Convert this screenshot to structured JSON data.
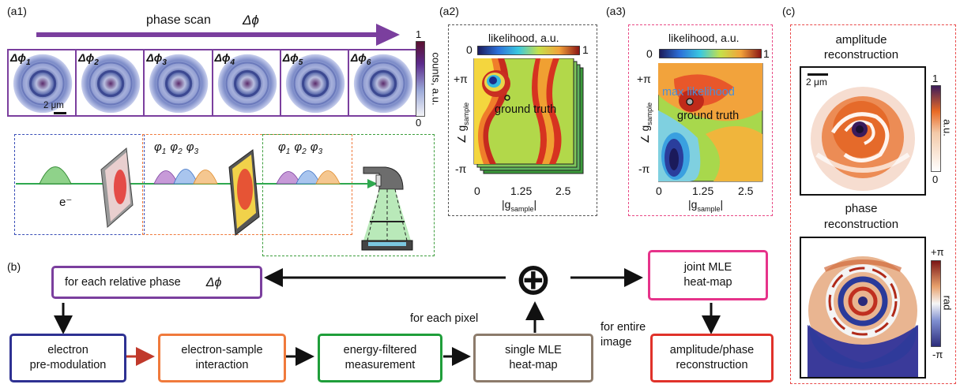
{
  "panels": {
    "a1": "(a1)",
    "a2": "(a2)",
    "a3": "(a3)",
    "c": "(c)",
    "b": "(b)"
  },
  "a1": {
    "arrow_label": "phase scan",
    "arrow_symbol": "Δϕ",
    "frames": [
      {
        "sym": "Δϕ",
        "sub": "1"
      },
      {
        "sym": "Δϕ",
        "sub": "2"
      },
      {
        "sym": "Δϕ",
        "sub": "3"
      },
      {
        "sym": "Δϕ",
        "sub": "4"
      },
      {
        "sym": "Δϕ",
        "sub": "5"
      },
      {
        "sym": "Δϕ",
        "sub": "6"
      }
    ],
    "scale_bar": "2 μm",
    "colorbar": {
      "max": "1",
      "min": "0",
      "label": "counts, a.u."
    },
    "electron_label": "e⁻",
    "phase_labels": [
      {
        "sym": "φ",
        "sub": "1"
      },
      {
        "sym": "φ",
        "sub": "2"
      },
      {
        "sym": "φ",
        "sub": "3"
      }
    ]
  },
  "a2": {
    "cbar_title": "likelihood, a.u.",
    "cbar_min": "0",
    "cbar_max": "1",
    "y_ticks": [
      "+π",
      "-π"
    ],
    "y_label": "∠ g",
    "y_label_sub": "sample",
    "x_ticks": [
      "0",
      "1.25",
      "2.5"
    ],
    "x_label": "|g",
    "x_label_sub": "sample",
    "x_label_end": "|",
    "annotation": "ground truth"
  },
  "a3": {
    "cbar_title": "likelihood, a.u.",
    "cbar_min": "0",
    "cbar_max": "1",
    "y_ticks": [
      "+π",
      "-π"
    ],
    "y_label": "∠ g",
    "y_label_sub": "sample",
    "x_ticks": [
      "0",
      "1.25",
      "2.5"
    ],
    "x_label": "|g",
    "x_label_sub": "sample",
    "x_label_end": "|",
    "annotation_max": "max likelihood",
    "annotation_gt": "ground truth"
  },
  "c": {
    "amp_title_1": "amplitude",
    "amp_title_2": "reconstruction",
    "scale_bar": "2 μm",
    "amp_cbar": {
      "max": "1",
      "min": "0",
      "label": "a.u."
    },
    "phase_title_1": "phase",
    "phase_title_2": "reconstruction",
    "phase_cbar": {
      "max": "+π",
      "min": "-π",
      "label": "rad"
    }
  },
  "b": {
    "for_each_phase": "for each relative phase",
    "for_each_phase_sym": "Δϕ",
    "oplus": "⊕",
    "joint_1": "joint MLE",
    "joint_2": "heat-map",
    "for_each_pixel": "for each pixel",
    "for_entire_1": "for entire",
    "for_entire_2": "image",
    "premod_1": "electron",
    "premod_2": "pre-modulation",
    "interaction_1": "electron-sample",
    "interaction_2": "interaction",
    "measurement_1": "energy-filtered",
    "measurement_2": "measurement",
    "single_1": "single MLE",
    "single_2": "heat-map",
    "recon_1": "amplitude/phase",
    "recon_2": "reconstruction"
  },
  "colors": {
    "purple": "#7b3f9e",
    "navy": "#2e3192",
    "orange": "#f07a3c",
    "green": "#1f9e3a",
    "taupe": "#8c7b6b",
    "pink": "#e6338a",
    "red": "#e0322a",
    "darkred_arrow": "#c0392b",
    "blue_dash": "#3a4fb8",
    "pink_dash": "#e94a86",
    "green_dash": "#3d9e3d",
    "gray_dash": "#555555"
  }
}
